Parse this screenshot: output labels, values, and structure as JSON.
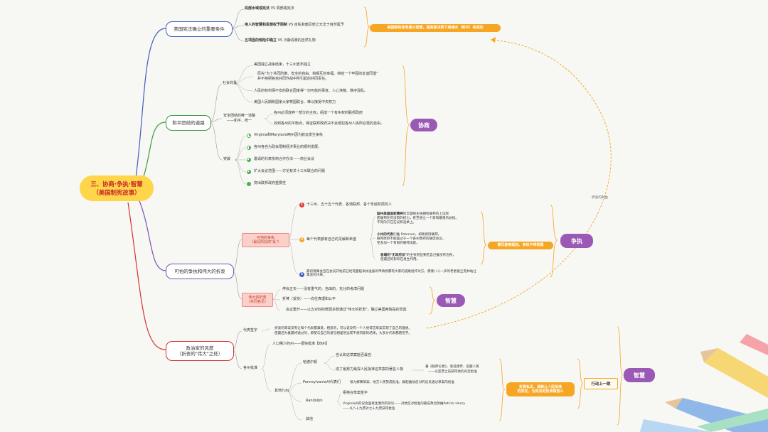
{
  "root": {
    "line1": "三、协商·争执·智慧",
    "line2": "（美国制宪故事）"
  },
  "branch1": {
    "label": "美国宪法确立的重要条件",
    "items": [
      {
        "bold": "局部水域或宪法",
        "rest": " VS 局部或宪法"
      },
      {
        "bold": "用人的智慧和思想权予限制",
        "rest": " VS 自私和偏见使之无法于自然属予"
      },
      {
        "bold": "五项固的惊险中确立",
        "rest": " VS 沉静清澈的自然礼物"
      }
    ],
    "summary": "美国制宪体现着公智慧，是局部决策下用通水（和平）完成的"
  },
  "branch2": {
    "label": "和平团结的道路",
    "badge": "协商",
    "social": {
      "label": "社会背景",
      "items": [
        "美国独立战争结束，十三州宣布独立",
        "原先\"为了共同防御、安全的自由、和相互的幸福、缔结一个牢固的友谊同盟\"",
        "并不够把各自共同作战中所引起的共同责任。",
        "人民的权利保不安的联合国家得一切可能的事变、人心涣散、秩序混乱。",
        "美国人民期盼国家大家等国联合、难以接受中央权力"
      ]
    },
    "safety": {
      "label1": "安全团结的唯一道路",
      "label2": "——和平、统一",
      "items": [
        "各州必须放弃一部分的主权，组成一个有实权的联邦政府",
        "找到各州的平衡点，保证联邦政府决不会侵犯各州人民所必需的自由。"
      ]
    },
    "steps": {
      "label": "突破",
      "items": [
        "Virginia和Maryland两州因为航运发生争执",
        "各州各自为政会限制经济事业的顺利发展。",
        "邀请的代表协商合作办法——商业会议",
        "扩大会议范围——讨论有关十三州联合的问题",
        "突出联邦政府重要性"
      ],
      "progress": [
        0.25,
        0.5,
        0.75,
        0.75,
        1.0
      ]
    }
  },
  "branch3": {
    "label": "可怕的争执和伟大的折衷",
    "sub1": {
      "line1": "可怕的争执",
      "line2": "（最见阶段的\"乱\"）"
    },
    "sub2": {
      "line1": "伟大的折衷",
      "line2": "（共同意见）"
    },
    "num1": "十三州、五十五个代表、各地联邦、各个年龄阶层的人",
    "num2": "每个代表都有自己的见解和希望",
    "num3": "最初要集会且在会议开始前已经有面临争执准备的申请修都有大家的道路批评对方。需要八十一岁的老者富兰克林站让集会的冷来。",
    "sideList": [
      {
        "bold": "副州美国国家精神",
        "rest": "的华盛顿主张拥有联邦的上议院"
      },
      {
        "bold": "",
        "rest": "而联邦任何法院的权力，甚至想立一个新和最重的总统。"
      },
      {
        "bold": "",
        "rest": "不同的只在在议和选举上。"
      },
      {
        "bold": "小州的代表",
        "rest": "们推 Paterson，却要保持联邦。"
      },
      {
        "bold": "",
        "rest": "联邦政府不能超过于一个各州政府的联席会议，"
      },
      {
        "bold": "",
        "rest": "至多加一个有限的联邦法庭。"
      },
      {
        "bold": "极端的\"无政府派\"",
        "rest": "的主张有些要赶自己推没有治民，"
      },
      {
        "bold": "",
        "rest": "但最后的影响在发生作用。"
      }
    ],
    "sideSummary": "需见能够超远、争执不得则重",
    "badge1": "争执",
    "badge2": "智慧",
    "compromise": [
      "停会正天——没有重气的、自由的、充分的考虑问题",
      "折棒（妥协）——向往真理和公平",
      "会议重开——以五对四的微弱多数通过\"伟大的折衷\"，确立美国两院是初草案"
    ]
  },
  "branch4": {
    "label1": "政治家的风度",
    "label2": "（折衷的\"伟大\"之处）",
    "signers": {
      "label": "代表签字",
      "line1": "折衷的草案没有让每个代表都满意，相反的，可以说没有一个人觉得这草案实现了自己的理想。",
      "line2": "但最后为着最终通过的，即使与自己的意见相差甚远或不想同意的结果，大多分代表都愿签字。"
    },
    "states": {
      "label": "各州批准",
      "intro": "人口稀少的州——很快批准【四州】",
      "bigStatesLabel": "其他九州",
      "ma": "哈德尔顿",
      "ma1": "自认和这草案能否最自",
      "ma2": "成了最努力最捍人民批准这草案的著名人物",
      "quote1": "著《联邦论者》，发说建传、说服人民",
      "quote2": "——以宣票之前获得他的肯定批准",
      "pa": "Pennsylvania州代表们",
      "pa1": "很力解释草案、地方人民赞成批准、群起推动反对的议员通过草案的批准",
      "rand": "Randolph",
      "rand1": "拒绝在草案签字",
      "rand2": "Virginia州的议会里发生激烈的辩论——对抗反对批准的著名政治领袖Patrick Henry",
      "rand3": "——以八十九票对七十九票获得批准",
      "other": "其他"
    },
    "summary1": "折衷私见、调和让人民批准",
    "summary2": "的责任，为宪法的批准做奋斗",
    "action": "行动上一致",
    "badge": "智慧"
  },
  "dashedLabel": "折衷的利益"
}
